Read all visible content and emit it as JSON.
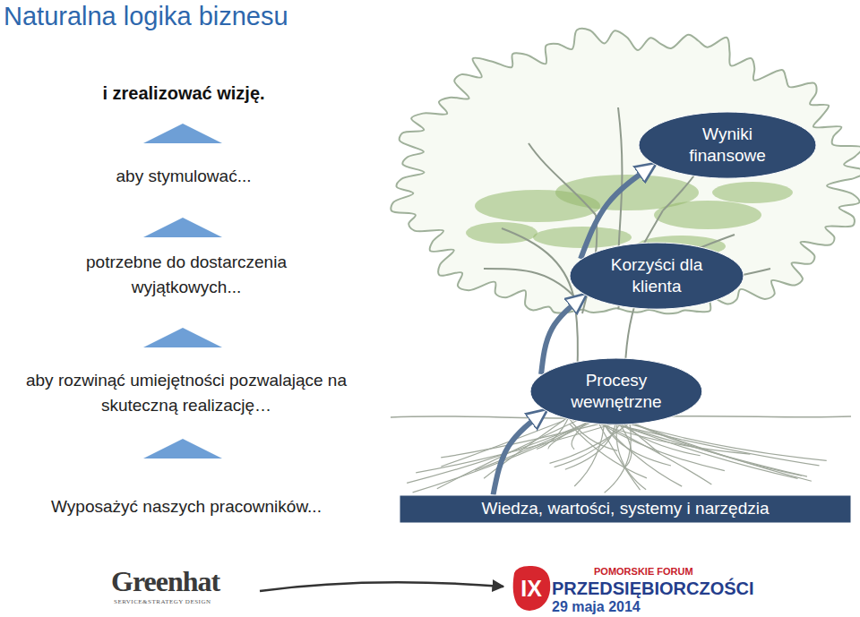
{
  "diagram": {
    "title": "Naturalna logika biznesu",
    "nodes": [
      {
        "text": [
          "Wyniki finansowe"
        ]
      },
      {
        "text": [
          "Korzyści dla klienta"
        ]
      },
      {
        "text": [
          "Procesy wewnętrzne"
        ]
      },
      {
        "text": [
          "Wiedza, wartości, systemy i narzędzia"
        ]
      }
    ],
    "edges": [
      {
        "from": 3,
        "to": 2,
        "arrow": "to"
      },
      {
        "from": 2,
        "to": 1,
        "arrow": "to"
      },
      {
        "from": 1,
        "to": 0,
        "arrow": "to"
      }
    ],
    "labels": [
      "i zrealizować wizję.",
      "aby stymulować...",
      "potrzebne do dostarczenia wyjątkowych...",
      "aby rozwinąć umiejętności pozwalające na skuteczną realizację…",
      "Wyposażyć naszych pracowników...",
      "Greenhat",
      "SERVICE&STRATEGY DESIGN",
      "IX",
      "POMORSKIE FORUM",
      "PRZEDSIĘBIORCZOŚCI",
      "29 maja 2014"
    ]
  }
}
